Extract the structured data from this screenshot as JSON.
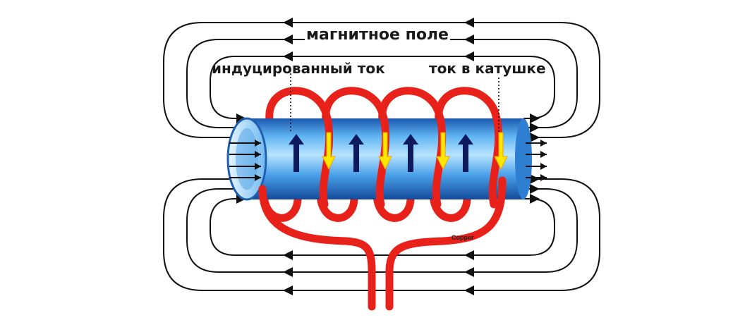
{
  "labels": {
    "field": "магнитное поле",
    "induced": "индуцированный ток",
    "coil": "ток в катушке",
    "material": "Copper"
  },
  "colors": {
    "field_line": "#111111",
    "coil": "#e8211b",
    "tube_light": "#8fd0ff",
    "tube_dark": "#1e5fb3",
    "induced_arrow": "#0d1b5e",
    "coil_arrow": "#ffe600"
  }
}
